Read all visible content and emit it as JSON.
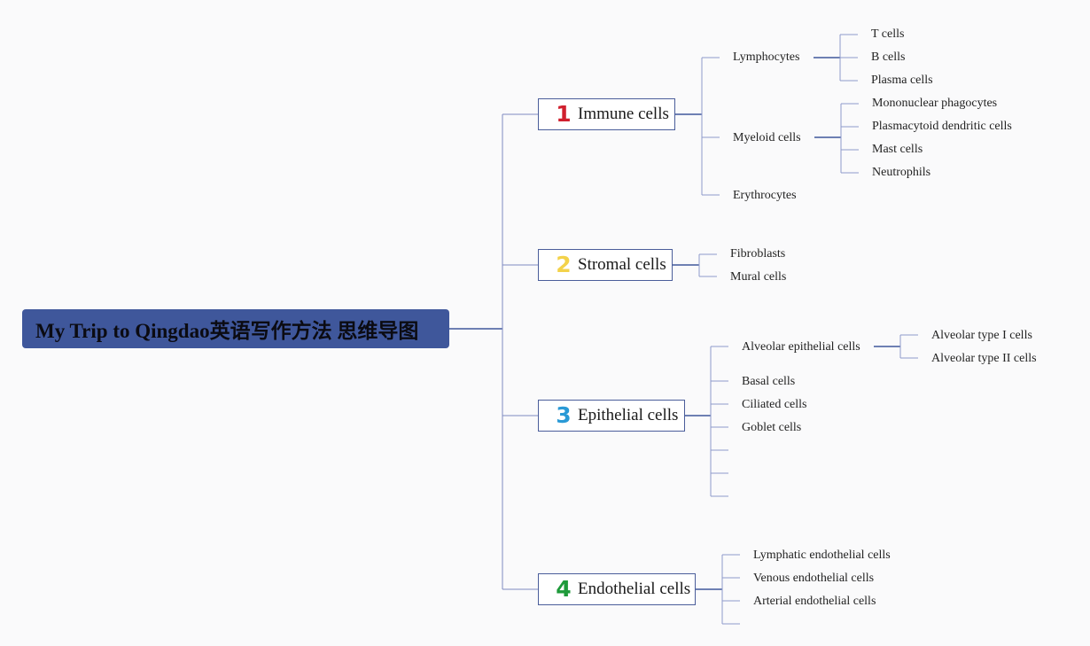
{
  "root": {
    "title": "My Trip to Qingdao英语写作方法 思维导图"
  },
  "branches": [
    {
      "number": "1",
      "color": "#d0202e",
      "label": "Immune cells",
      "children": [
        {
          "label": "Lymphocytes",
          "children": [
            "T cells",
            "B cells",
            "Plasma cells"
          ]
        },
        {
          "label": "Myeloid cells",
          "children": [
            "Mononuclear phagocytes",
            "Plasmacytoid dendritic cells",
            "Mast cells",
            "Neutrophils"
          ]
        },
        {
          "label": "Erythrocytes"
        }
      ]
    },
    {
      "number": "2",
      "color": "#f3d24a",
      "label": "Stromal cells",
      "children": [
        {
          "label": "Fibroblasts"
        },
        {
          "label": "Mural cells"
        }
      ]
    },
    {
      "number": "3",
      "color": "#2a9ad6",
      "label": "Epithelial cells",
      "children": [
        {
          "label": "Alveolar epithelial cells",
          "children": [
            "Alveolar type I cells",
            "Alveolar type II cells"
          ]
        },
        {
          "label": "Basal cells"
        },
        {
          "label": "Ciliated cells"
        },
        {
          "label": "Goblet cells"
        },
        {
          "label": ""
        },
        {
          "label": ""
        },
        {
          "label": ""
        }
      ]
    },
    {
      "number": "4",
      "color": "#1e9a3a",
      "label": "Endothelial cells",
      "children": [
        {
          "label": "Lymphatic endothelial cells"
        },
        {
          "label": "Venous endothelial cells"
        },
        {
          "label": "Arterial endothelial cells"
        },
        {
          "label": ""
        }
      ]
    }
  ]
}
